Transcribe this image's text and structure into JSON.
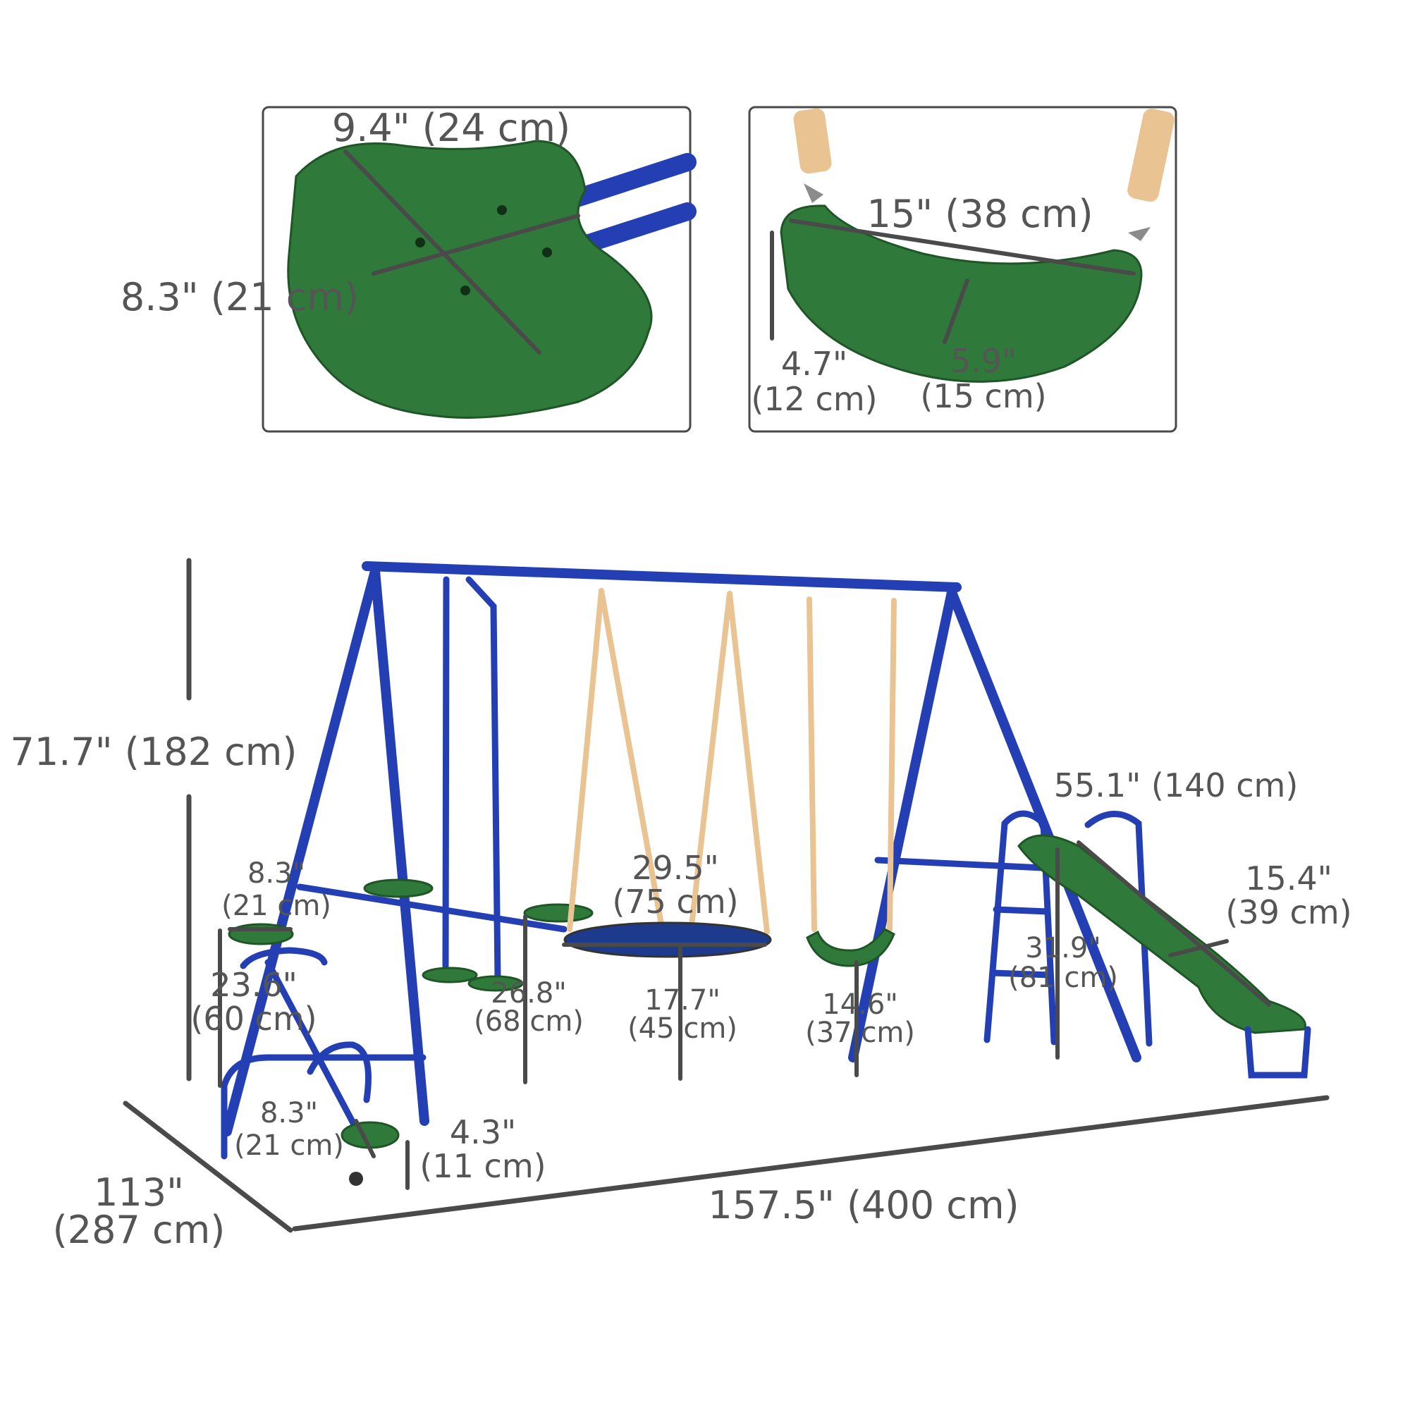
{
  "detail_panels": {
    "seesaw_seat": {
      "width_label": "9.4\" (24 cm)",
      "depth_label": "8.3\" (21 cm)"
    },
    "swing_seat": {
      "width_label": "15\" (38 cm)",
      "height_label_in": "4.7\"",
      "height_label_cm": "(12 cm)",
      "depth_label_in": "5.9\"",
      "depth_label_cm": "(15 cm)"
    }
  },
  "main_dimensions": {
    "total_height": "71.7\" (182 cm)",
    "total_length": "157.5\" (400 cm)",
    "total_depth_in": "113\"",
    "total_depth_cm": "(287 cm)",
    "slide_length": "55.1\" (140 cm)",
    "slide_width_in": "15.4\"",
    "slide_width_cm": "(39 cm)",
    "slide_height_in": "31.9\"",
    "slide_height_cm": "(81 cm)",
    "nest_width_in": "29.5\"",
    "nest_width_cm": "(75 cm)",
    "nest_height_in": "17.7\"",
    "nest_height_cm": "(45 cm)",
    "swing_height_in": "14.6\"",
    "swing_height_cm": "(37 cm)",
    "glider_height_in": "26.8\"",
    "glider_height_cm": "(68 cm)",
    "seesaw_top_width_in": "8.3\"",
    "seesaw_top_width_cm": "(21 cm)",
    "seesaw_height_in": "23.6\"",
    "seesaw_height_cm": "(60 cm)",
    "seesaw_bottom_width_in": "8.3\"",
    "seesaw_bottom_width_cm": "(21 cm)",
    "leg_clearance_in": "4.3\"",
    "leg_clearance_cm": "(11 cm)"
  },
  "colors": {
    "frame_blue": "#233fb3",
    "seat_green": "#2f7a3a",
    "rope_tan": "#e9c391",
    "dimension_gray": "#555555"
  }
}
